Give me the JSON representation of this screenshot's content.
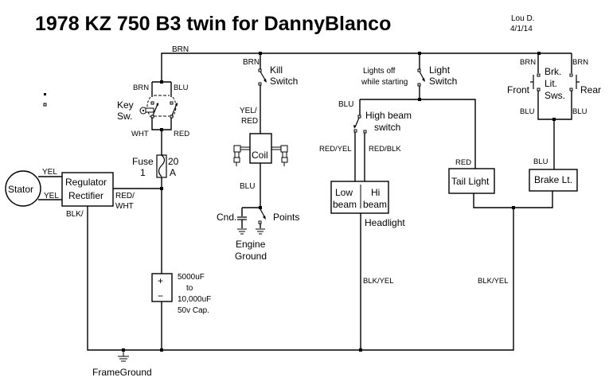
{
  "title": "1978 KZ 750 B3 twin for DannyBlanco",
  "author": "Lou D.",
  "date": "4/1/14",
  "wires": {
    "main_brn": "BRN",
    "key_brn": "BRN",
    "key_blu": "BLU",
    "key_wht": "WHT",
    "key_red": "RED",
    "kill_brn": "BRN",
    "coil_feed": [
      "YEL/",
      "RED"
    ],
    "points_feed": "BLU",
    "stator_yel_1": "YEL",
    "stator_yel_2": "YEL",
    "reg_out": [
      "RED/",
      "WHT"
    ],
    "reg_ground": "BLK/",
    "light_blu": "BLU",
    "low_beam": "RED/YEL",
    "hi_beam": "RED/BLK",
    "tail_red": "RED",
    "brk_front_brn": "BRN",
    "brk_rear_brn": "BRN",
    "brk_front_blu": "BLU",
    "brk_rear_blu": "BLU",
    "brake_light_blu": "BLU",
    "headlight_ground": "BLK/YEL",
    "tail_ground": "BLK/YEL"
  },
  "components": {
    "key_switch": [
      "Key",
      "Sw."
    ],
    "fuse": [
      "Fuse",
      "1"
    ],
    "fuse_rating": [
      "20",
      "A"
    ],
    "stator": "Stator",
    "regulator": [
      "Regulator",
      "Rectifier"
    ],
    "kill_switch": [
      "Kill",
      "Switch"
    ],
    "coil": "Coil",
    "condenser": "Cnd.",
    "points": "Points",
    "engine_ground": [
      "Engine",
      "Ground"
    ],
    "capacitor": [
      "5000uF",
      "to",
      "10,000uF",
      "50v Cap."
    ],
    "capacitor_plus": "+",
    "capacitor_minus": "−",
    "light_switch": [
      "Light",
      "Switch"
    ],
    "lights_off_note": [
      "Lights off",
      "while starting"
    ],
    "high_beam_switch": [
      "High beam",
      "switch"
    ],
    "low_beam": [
      "Low",
      "beam"
    ],
    "hi_beam": [
      "Hi",
      "beam"
    ],
    "headlight": "Headlight",
    "tail_light": "Tail Light",
    "brake_light": "Brake Lt.",
    "brake_switches": [
      "Brk.",
      "Lit.",
      "Sws."
    ],
    "brake_front": "Front",
    "brake_rear": "Rear",
    "frame_ground": "FrameGround"
  }
}
